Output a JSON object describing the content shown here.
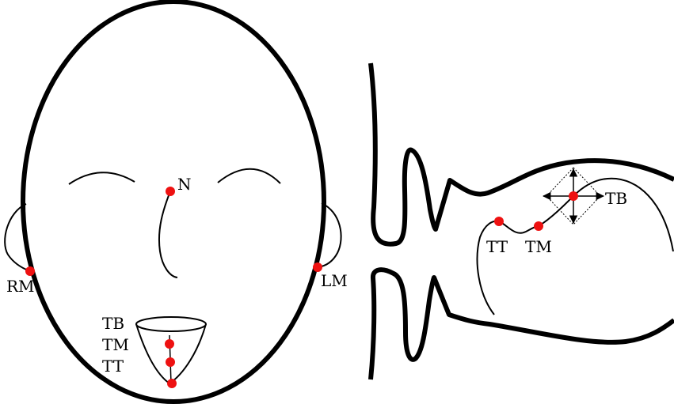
{
  "front_view": {
    "labels": {
      "nose": "N",
      "right_mastoid": "RM",
      "left_mastoid": "LM",
      "tongue_back": "TB",
      "tongue_middle": "TM",
      "tongue_tip": "TT"
    }
  },
  "side_view": {
    "labels": {
      "tongue_tip": "TT",
      "tongue_middle": "TM",
      "tongue_back": "TB"
    }
  },
  "colors": {
    "marker": "#ee1111",
    "stroke": "#000000"
  }
}
